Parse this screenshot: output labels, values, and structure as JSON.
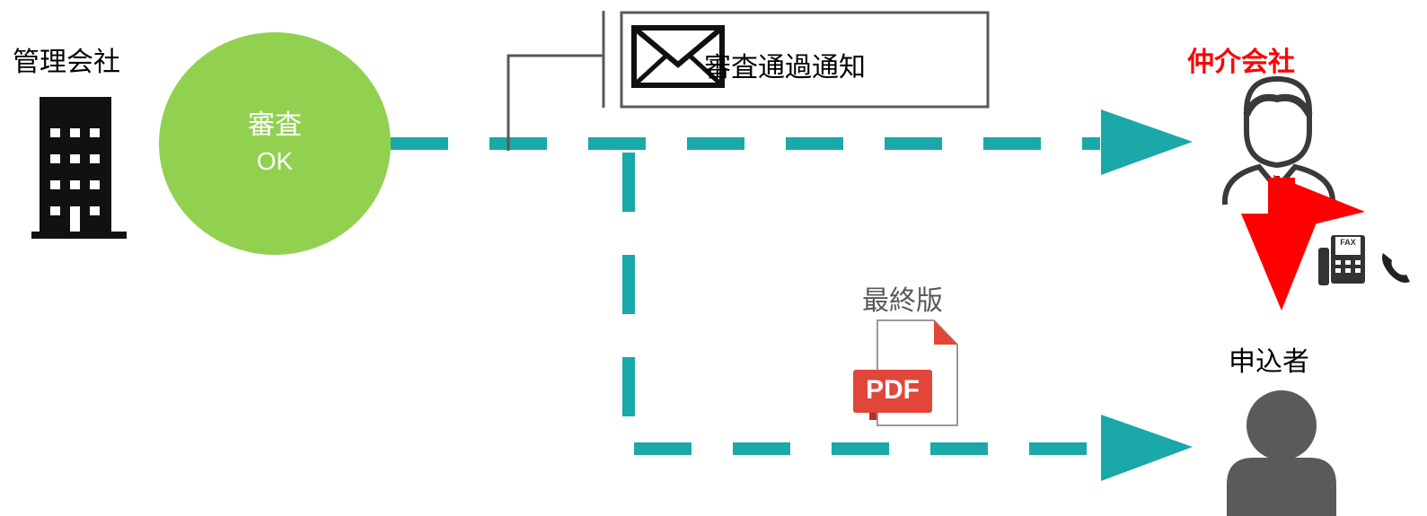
{
  "diagram": {
    "management_company": "管理会社",
    "review_line1": "審査",
    "review_line2": "OK",
    "notice_label": "審査通過通知",
    "broker_company": "仲介会社",
    "applicant": "申込者",
    "final_version": "最終版",
    "pdf_badge": "PDF",
    "fax_badge": "FAX"
  },
  "colors": {
    "teal": "#1aa8a8",
    "green": "#92d050",
    "red": "#ff0000",
    "dark": "#111111",
    "gray": "#595959",
    "pdf_red": "#e2463a"
  },
  "icons": [
    "building-icon",
    "mail-icon",
    "person-suit-icon",
    "person-icon",
    "pdf-file-icon",
    "fax-icon",
    "phone-icon"
  ]
}
